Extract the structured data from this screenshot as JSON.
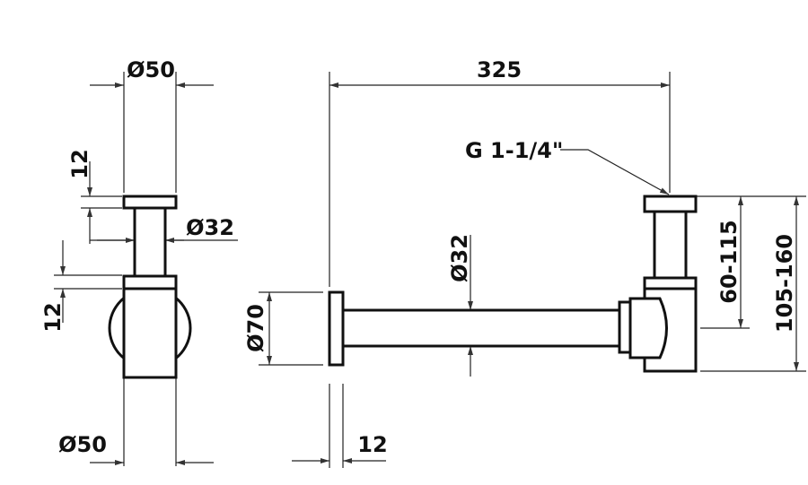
{
  "side_view": {
    "top_diameter": "Ø50",
    "bottom_diameter": "Ø50",
    "cap_thickness": "12",
    "nut_thickness": "12",
    "pipe_diameter": "Ø32"
  },
  "front_view": {
    "overall_length": "325",
    "thread_callout": "G 1-1/4\"",
    "rosette_diameter": "Ø70",
    "arm_diameter": "Ø32",
    "rosette_thickness": "12",
    "height_range_inner": "60-115",
    "height_range_outer": "105-160"
  }
}
